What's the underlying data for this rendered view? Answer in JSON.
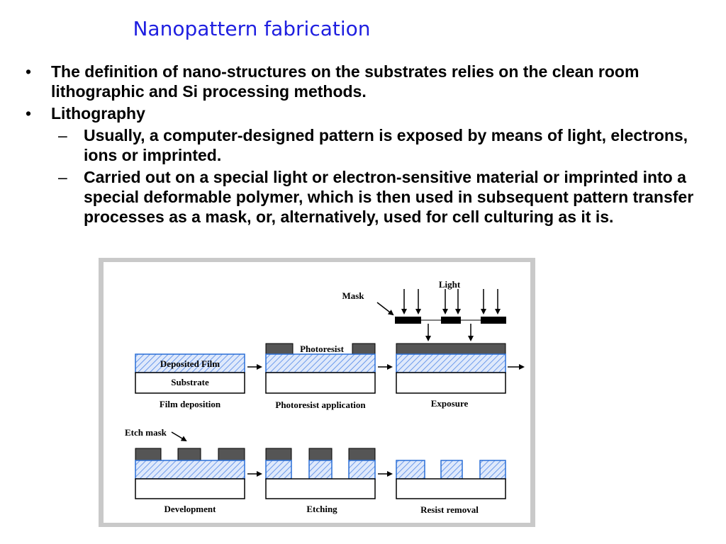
{
  "slide": {
    "title": "Nanopattern fabrication",
    "bullets": [
      {
        "marker": "•",
        "text": "The definition of nano-structures on the substrates relies on the clean room lithographic and Si processing  methods."
      },
      {
        "marker": "•",
        "text": "Lithography",
        "subs": [
          {
            "marker": "–",
            "text": "Usually, a computer-designed pattern is exposed by means of light, electrons, ions or imprinted."
          },
          {
            "marker": "–",
            "text": "Carried out on a special light or electron-sensitive material or imprinted into a special deformable polymer, which is then used in subsequent pattern transfer processes as a mask, or, alternatively, used for cell culturing as it is."
          }
        ]
      }
    ]
  },
  "diagram": {
    "labels": {
      "deposited_film": "Deposited Film",
      "substrate": "Substrate",
      "photoresist": "Photoresist",
      "mask": "Mask",
      "light": "Light",
      "etch_mask": "Etch mask"
    },
    "steps": [
      "Film deposition",
      "Photoresist application",
      "Exposure",
      "Development",
      "Etching",
      "Resist removal"
    ],
    "colors": {
      "film_outline": "#2a6fd6",
      "film_hatch": "#4f86e8",
      "resist": "#555555",
      "frame_bg": "#c9c9c9"
    }
  }
}
